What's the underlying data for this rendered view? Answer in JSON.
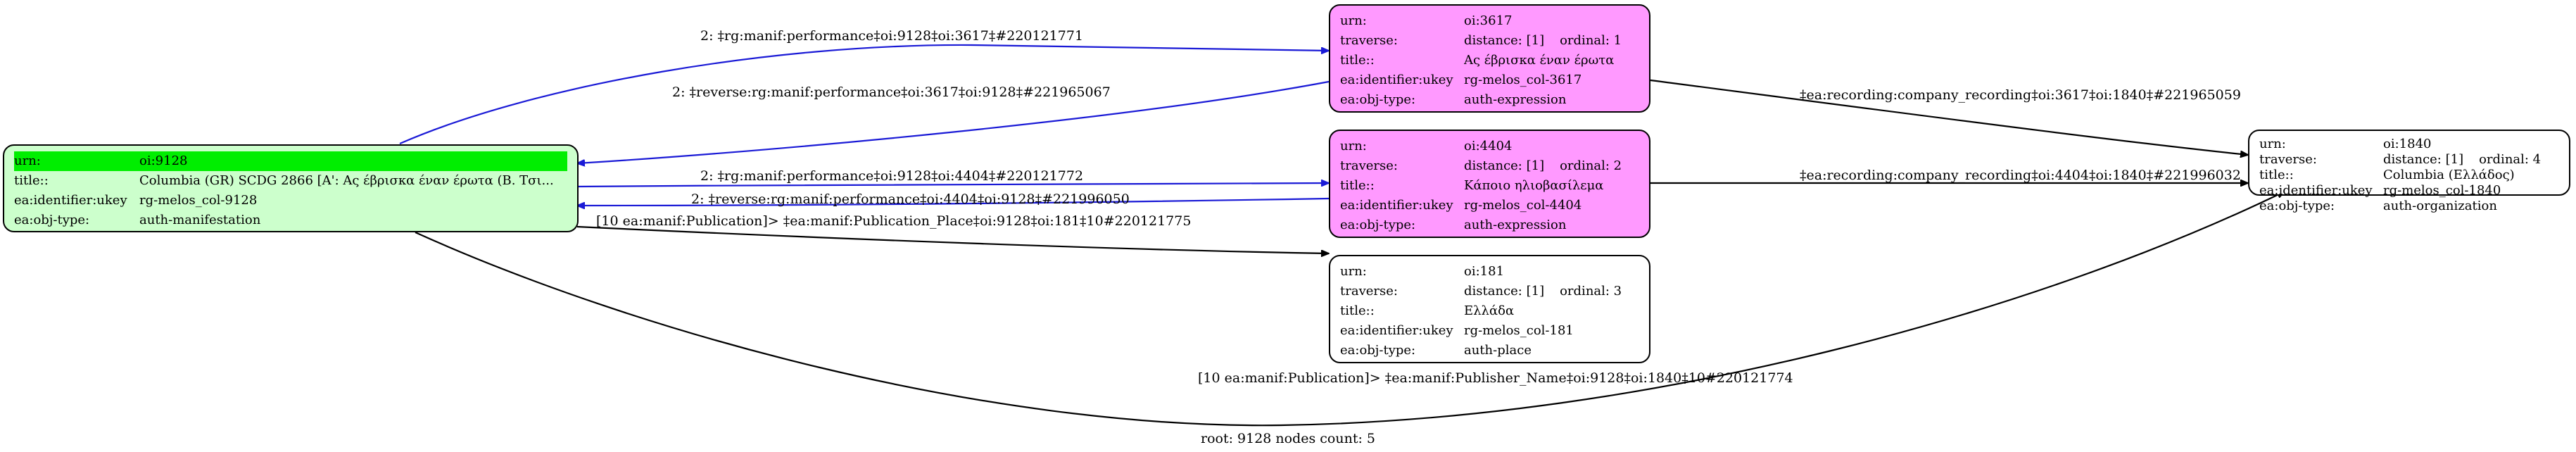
{
  "diagram": {
    "footer": "root: 9128 nodes count: 5",
    "nodes": {
      "n9128": {
        "rows": [
          {
            "key": "urn:",
            "value": "oi:9128"
          },
          {
            "key": "title::",
            "value": "Columbia (GR) SCDG 2866 [Α': Ας έβρισκα έναν έρωτα (Β. Τσι..."
          },
          {
            "key": "ea:identifier:ukey",
            "value": "rg-melos_col-9128"
          },
          {
            "key": "ea:obj-type:",
            "value": "auth-manifestation"
          }
        ]
      },
      "n3617": {
        "urn_key": "urn:",
        "urn_value": "oi:3617",
        "traverse_key": "traverse:",
        "traverse_value": "distance: [1]",
        "ordinal": "ordinal: 1",
        "title_key": "title::",
        "title_value": "Ας έβρισκα έναν έρωτα",
        "ukey_key": "ea:identifier:ukey",
        "ukey_value": "rg-melos_col-3617",
        "type_key": "ea:obj-type:",
        "type_value": "auth-expression"
      },
      "n4404": {
        "urn_key": "urn:",
        "urn_value": "oi:4404",
        "traverse_key": "traverse:",
        "traverse_value": "distance: [1]",
        "ordinal": "ordinal: 2",
        "title_key": "title::",
        "title_value": "Κάποιο ηλιοβασίλεμα",
        "ukey_key": "ea:identifier:ukey",
        "ukey_value": "rg-melos_col-4404",
        "type_key": "ea:obj-type:",
        "type_value": "auth-expression"
      },
      "n181": {
        "urn_key": "urn:",
        "urn_value": "oi:181",
        "traverse_key": "traverse:",
        "traverse_value": "distance: [1]",
        "ordinal": "ordinal: 3",
        "title_key": "title::",
        "title_value": "Ελλάδα",
        "ukey_key": "ea:identifier:ukey",
        "ukey_value": "rg-melos_col-181",
        "type_key": "ea:obj-type:",
        "type_value": "auth-place"
      },
      "n1840": {
        "urn_key": "urn:",
        "urn_value": "oi:1840",
        "traverse_key": "traverse:",
        "traverse_value": "distance: [1]",
        "ordinal": "ordinal: 4",
        "title_key": "title::",
        "title_value": "Columbia (Ελλάδος)",
        "ukey_key": "ea:identifier:ukey",
        "ukey_value": "rg-melos_col-1840",
        "type_key": "ea:obj-type:",
        "type_value": "auth-organization"
      }
    },
    "edges": [
      {
        "label": "2: ‡rg:manif:performance‡oi:9128‡oi:3617‡#220121771",
        "color": "#1a1ad6"
      },
      {
        "label": "2: ‡reverse:rg:manif:performance‡oi:3617‡oi:9128‡#221965067",
        "color": "#1a1ad6"
      },
      {
        "label": "2: ‡rg:manif:performance‡oi:9128‡oi:4404‡#220121772",
        "color": "#1a1ad6"
      },
      {
        "label": "2: ‡reverse:rg:manif:performance‡oi:4404‡oi:9128‡#221996050",
        "color": "#1a1ad6"
      },
      {
        "label": "[10 ea:manif:Publication]> ‡ea:manif:Publication_Place‡oi:9128‡oi:181‡10#220121775",
        "color": "#000000"
      },
      {
        "label": "[10 ea:manif:Publication]> ‡ea:manif:Publisher_Name‡oi:9128‡oi:1840‡10#220121774",
        "color": "#000000"
      },
      {
        "label": "‡ea:recording:company_recording‡oi:3617‡oi:1840‡#221965059",
        "color": "#000000"
      },
      {
        "label": "‡ea:recording:company_recording‡oi:4404‡oi:1840‡#221996032",
        "color": "#000000"
      }
    ]
  }
}
